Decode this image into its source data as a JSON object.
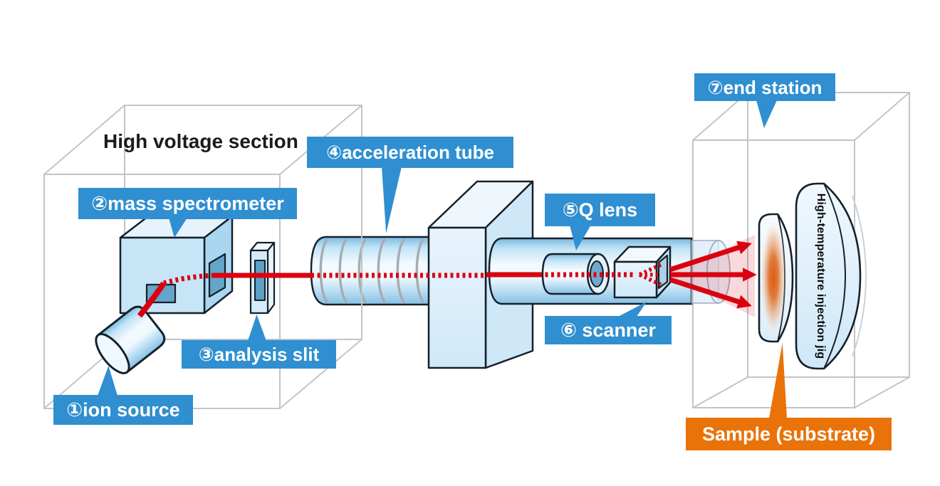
{
  "title": "High voltage section",
  "labels": {
    "ion_source": "①ion source",
    "mass_spectrometer": "②mass spectrometer",
    "analysis_slit": "③analysis slit",
    "acceleration_tube": "④acceleration tube",
    "q_lens": "⑤Q lens",
    "scanner": "⑥ scanner",
    "end_station": "⑦end station",
    "sample": "Sample (substrate)",
    "jig": "High-temperature injection jig"
  },
  "colors": {
    "label_blue": "#2F8FD0",
    "label_orange": "#E97209",
    "beam_red": "#DA0010",
    "outline_dark": "#15202B",
    "wireframe_gray": "#C0C5C9",
    "component_blue_light": "#C7E5F7",
    "aperture_blue": "#65A5C9",
    "glow_orange": "#DD5C12",
    "background": "#FFFFFF"
  }
}
